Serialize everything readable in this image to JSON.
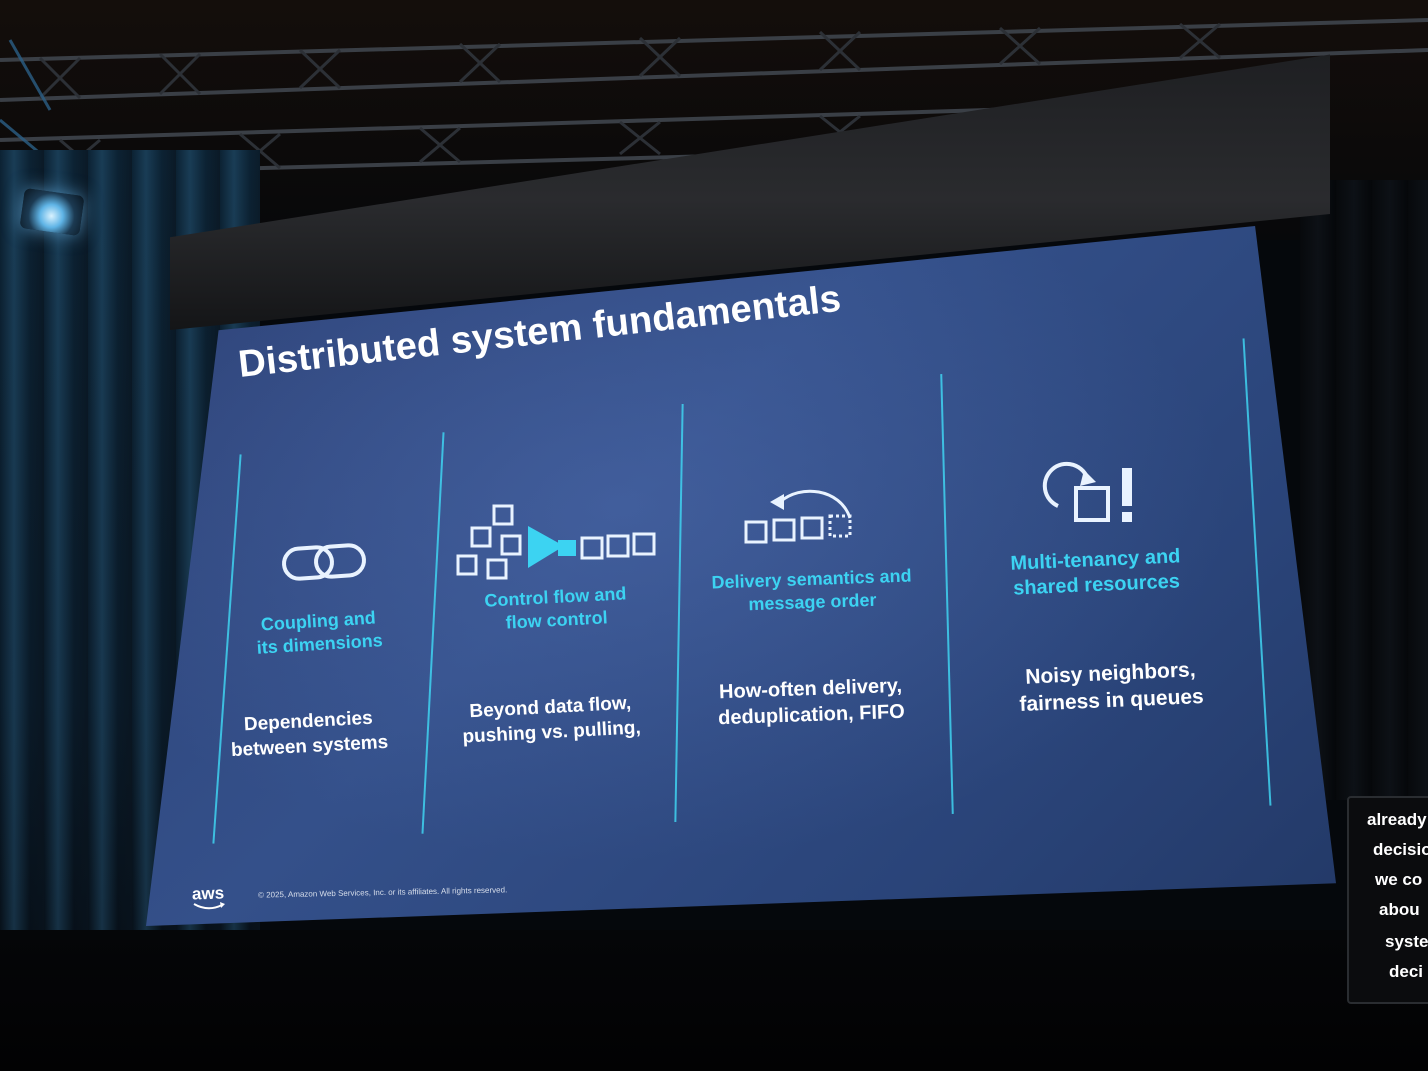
{
  "slide": {
    "title": "Distributed system fundamentals",
    "columns": [
      {
        "heading_line1": "Coupling and",
        "heading_line2": "its dimensions",
        "body_line1": "Dependencies",
        "body_line2": "between systems",
        "icon": "chain-link-icon"
      },
      {
        "heading_line1": "Control flow and",
        "heading_line2": "flow control",
        "body_line1": "Beyond data flow,",
        "body_line2": "pushing vs. pulling,",
        "icon": "funnel-queue-icon"
      },
      {
        "heading_line1": "Delivery semantics and",
        "heading_line2": "message order",
        "body_line1": "How-often delivery,",
        "body_line2": "deduplication, FIFO",
        "icon": "message-reorder-icon"
      },
      {
        "heading_line1": "Multi-tenancy and",
        "heading_line2": "shared resources",
        "body_line1": "Noisy neighbors,",
        "body_line2": "fairness in queues",
        "icon": "cycle-alert-icon"
      }
    ],
    "footer": {
      "logo_text": "aws",
      "copyright": "© 2025, Amazon Web Services, Inc. or its affiliates. All rights reserved."
    },
    "colors": {
      "accent": "#3cd3f2",
      "background": "#2f4782",
      "text": "#ffffff"
    }
  },
  "captions": {
    "lines": [
      "already",
      "decisio",
      "we co",
      "abou",
      "syste",
      "deci"
    ]
  }
}
